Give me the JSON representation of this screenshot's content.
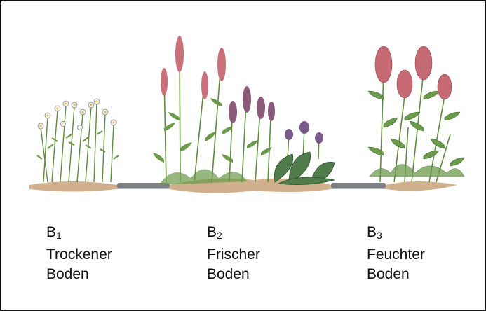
{
  "colors": {
    "frame": "#111111",
    "text": "#111111",
    "soil": "#c9a27a",
    "pipe": "#7d7d86",
    "stem": "#5f8a3f",
    "leaf": "#6a9a4a",
    "daisy_white": "#f3f1e8",
    "daisy_center": "#e1c35a",
    "spike_pink": "#c9707a",
    "spike_purple": "#8a5a7a",
    "hosta_leaf": "#4f7c4a",
    "hosta_flower": "#7a5a8a",
    "plume_pink": "#c56a72"
  },
  "icons": [
    "daisy-plants-illustration",
    "spike-perennials-illustration",
    "hosta-illustration",
    "plume-flowers-illustration",
    "soil-line"
  ],
  "labels": [
    {
      "letter": "B",
      "sub": "1",
      "line1": "Trockener",
      "line2": "Boden"
    },
    {
      "letter": "B",
      "sub": "2",
      "line1": "Frischer",
      "line2": "Boden"
    },
    {
      "letter": "B",
      "sub": "3",
      "line1": "Feuchter",
      "line2": "Boden"
    }
  ]
}
